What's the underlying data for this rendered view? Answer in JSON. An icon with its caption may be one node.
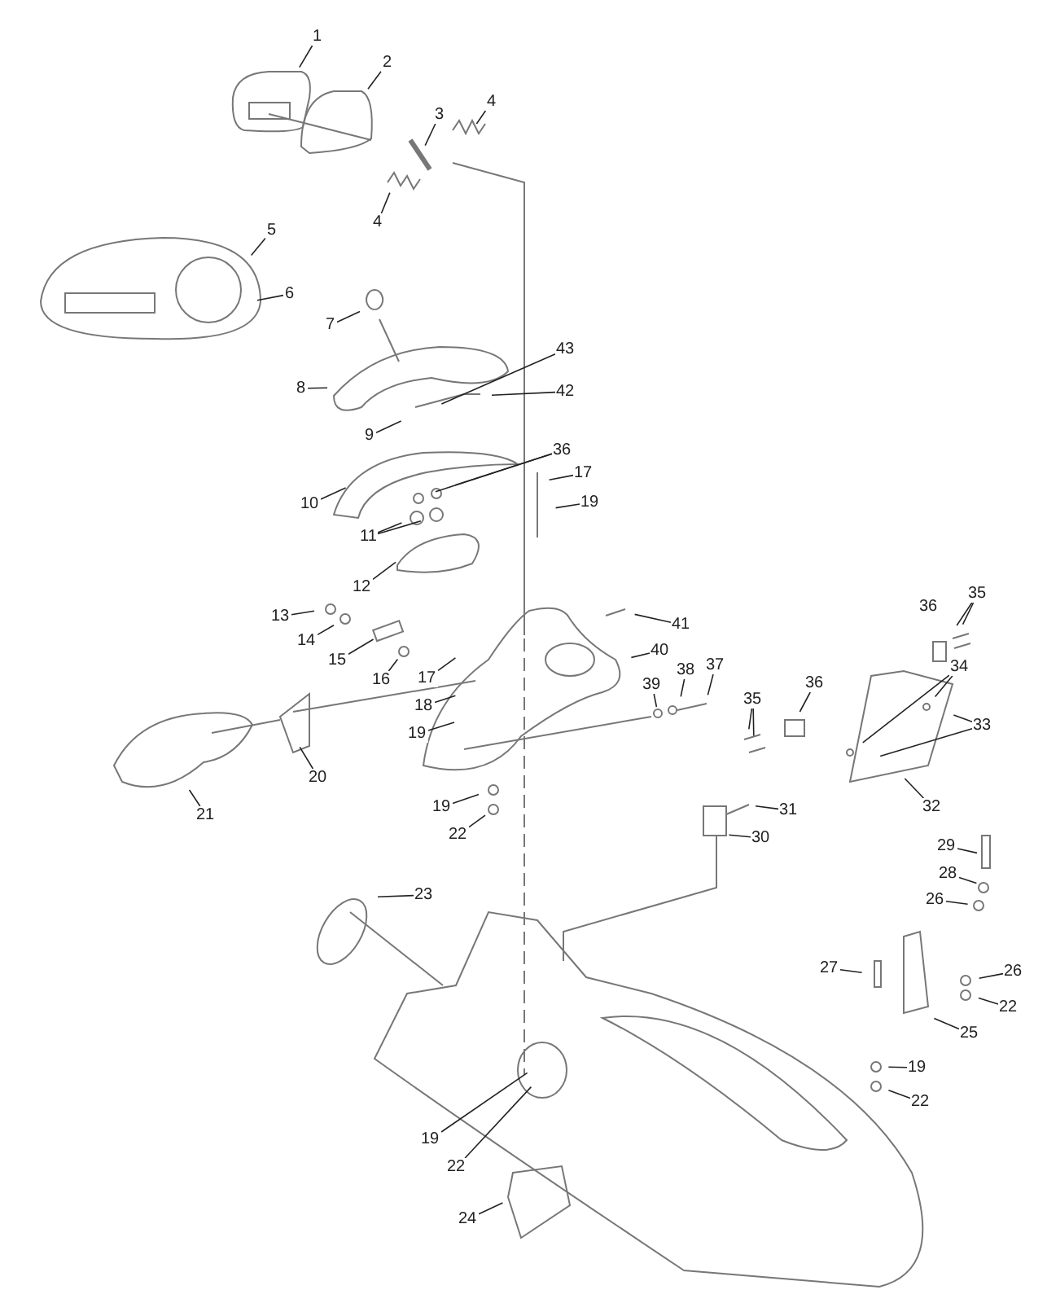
{
  "diagram": {
    "nodes": [
      {
        "text": [
          "1"
        ]
      },
      {
        "text": [
          "2"
        ]
      },
      {
        "text": [
          "3"
        ]
      },
      {
        "text": [
          "4"
        ]
      },
      {
        "text": [
          "4"
        ]
      },
      {
        "text": [
          "5"
        ]
      },
      {
        "text": [
          "6"
        ]
      },
      {
        "text": [
          "7"
        ]
      },
      {
        "text": [
          "43"
        ]
      },
      {
        "text": [
          "42"
        ]
      },
      {
        "text": [
          "8"
        ]
      },
      {
        "text": [
          "9"
        ]
      },
      {
        "text": [
          "10"
        ]
      },
      {
        "text": [
          "36"
        ]
      },
      {
        "text": [
          "17"
        ]
      },
      {
        "text": [
          "19"
        ]
      },
      {
        "text": [
          "11"
        ]
      },
      {
        "text": [
          "12"
        ]
      },
      {
        "text": [
          "13"
        ]
      },
      {
        "text": [
          "14"
        ]
      },
      {
        "text": [
          "15"
        ]
      },
      {
        "text": [
          "16"
        ]
      },
      {
        "text": [
          "41"
        ]
      },
      {
        "text": [
          "35"
        ]
      },
      {
        "text": [
          "17"
        ]
      },
      {
        "text": [
          "18"
        ]
      },
      {
        "text": [
          "40"
        ]
      },
      {
        "text": [
          "19"
        ]
      },
      {
        "text": [
          "37"
        ]
      },
      {
        "text": [
          "38"
        ]
      },
      {
        "text": [
          "39"
        ]
      },
      {
        "text": [
          "35"
        ]
      },
      {
        "text": [
          "36"
        ]
      },
      {
        "text": [
          "34"
        ]
      },
      {
        "text": [
          "33"
        ]
      },
      {
        "text": [
          "20"
        ]
      },
      {
        "text": [
          "21"
        ]
      },
      {
        "text": [
          "19"
        ]
      },
      {
        "text": [
          "22"
        ]
      },
      {
        "text": [
          "31"
        ]
      },
      {
        "text": [
          "30"
        ]
      },
      {
        "text": [
          "32"
        ]
      },
      {
        "text": [
          "29"
        ]
      },
      {
        "text": [
          "28"
        ]
      },
      {
        "text": [
          "26"
        ]
      },
      {
        "text": [
          "23"
        ]
      },
      {
        "text": [
          "27"
        ]
      },
      {
        "text": [
          "26"
        ]
      },
      {
        "text": [
          "22"
        ]
      },
      {
        "text": [
          "25"
        ]
      },
      {
        "text": [
          "19"
        ]
      },
      {
        "text": [
          "22"
        ]
      },
      {
        "text": [
          "19"
        ]
      },
      {
        "text": [
          "22"
        ]
      },
      {
        "text": [
          "24"
        ]
      },
      {
        "text": [
          "36"
        ]
      }
    ],
    "edges": [
      {
        "from": 0,
        "to": null,
        "arrow": "none"
      },
      {
        "from": 1,
        "to": null,
        "arrow": "none"
      },
      {
        "from": 2,
        "to": null,
        "arrow": "none"
      },
      {
        "from": 3,
        "to": null,
        "arrow": "none"
      },
      {
        "from": 4,
        "to": null,
        "arrow": "none"
      },
      {
        "from": 5,
        "to": null,
        "arrow": "none"
      },
      {
        "from": 6,
        "to": null,
        "arrow": "none"
      },
      {
        "from": 7,
        "to": null,
        "arrow": "none"
      },
      {
        "from": 8,
        "to": null,
        "arrow": "none"
      },
      {
        "from": 9,
        "to": null,
        "arrow": "none"
      },
      {
        "from": 10,
        "to": null,
        "arrow": "none"
      },
      {
        "from": 11,
        "to": null,
        "arrow": "none"
      },
      {
        "from": 12,
        "to": null,
        "arrow": "none"
      },
      {
        "from": 13,
        "to": null,
        "arrow": "none"
      },
      {
        "from": 13,
        "to": null,
        "arrow": "none"
      },
      {
        "from": 14,
        "to": null,
        "arrow": "none"
      },
      {
        "from": 15,
        "to": null,
        "arrow": "none"
      },
      {
        "from": 16,
        "to": null,
        "arrow": "none"
      },
      {
        "from": 16,
        "to": null,
        "arrow": "none"
      },
      {
        "from": 17,
        "to": null,
        "arrow": "none"
      },
      {
        "from": 18,
        "to": null,
        "arrow": "none"
      },
      {
        "from": 19,
        "to": null,
        "arrow": "none"
      },
      {
        "from": 20,
        "to": null,
        "arrow": "none"
      },
      {
        "from": 21,
        "to": null,
        "arrow": "none"
      },
      {
        "from": 22,
        "to": null,
        "arrow": "none"
      },
      {
        "from": 23,
        "to": null,
        "arrow": "none"
      },
      {
        "from": 23,
        "to": null,
        "arrow": "none"
      },
      {
        "from": 24,
        "to": null,
        "arrow": "none"
      },
      {
        "from": 25,
        "to": null,
        "arrow": "none"
      },
      {
        "from": 26,
        "to": null,
        "arrow": "none"
      },
      {
        "from": 27,
        "to": null,
        "arrow": "none"
      },
      {
        "from": 28,
        "to": null,
        "arrow": "none"
      },
      {
        "from": 29,
        "to": null,
        "arrow": "none"
      },
      {
        "from": 30,
        "to": null,
        "arrow": "none"
      },
      {
        "from": 31,
        "to": null,
        "arrow": "none"
      },
      {
        "from": 31,
        "to": null,
        "arrow": "none"
      },
      {
        "from": 32,
        "to": null,
        "arrow": "none"
      },
      {
        "from": 33,
        "to": null,
        "arrow": "none"
      },
      {
        "from": 33,
        "to": null,
        "arrow": "none"
      },
      {
        "from": 34,
        "to": null,
        "arrow": "none"
      },
      {
        "from": 34,
        "to": null,
        "arrow": "none"
      },
      {
        "from": 35,
        "to": null,
        "arrow": "none"
      },
      {
        "from": 36,
        "to": null,
        "arrow": "none"
      },
      {
        "from": 37,
        "to": null,
        "arrow": "none"
      },
      {
        "from": 38,
        "to": null,
        "arrow": "none"
      },
      {
        "from": 39,
        "to": null,
        "arrow": "none"
      },
      {
        "from": 40,
        "to": null,
        "arrow": "none"
      },
      {
        "from": 41,
        "to": null,
        "arrow": "none"
      },
      {
        "from": 42,
        "to": null,
        "arrow": "none"
      },
      {
        "from": 43,
        "to": null,
        "arrow": "none"
      },
      {
        "from": 44,
        "to": null,
        "arrow": "none"
      },
      {
        "from": 45,
        "to": null,
        "arrow": "none"
      },
      {
        "from": 46,
        "to": null,
        "arrow": "none"
      },
      {
        "from": 47,
        "to": null,
        "arrow": "none"
      },
      {
        "from": 48,
        "to": null,
        "arrow": "none"
      },
      {
        "from": 49,
        "to": null,
        "arrow": "none"
      },
      {
        "from": 50,
        "to": null,
        "arrow": "none"
      },
      {
        "from": 51,
        "to": null,
        "arrow": "none"
      },
      {
        "from": 52,
        "to": null,
        "arrow": "none"
      },
      {
        "from": 53,
        "to": null,
        "arrow": "none"
      },
      {
        "from": 54,
        "to": null,
        "arrow": "none"
      }
    ]
  }
}
